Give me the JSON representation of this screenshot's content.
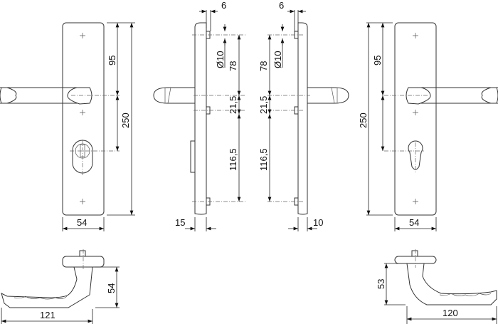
{
  "drawing": {
    "front_left": {
      "height": "250",
      "handle_to_top": "95",
      "width": "54"
    },
    "side_left": {
      "pin_offset": "6",
      "pin_diameter": "Ø10",
      "top_to_handle": "78",
      "handle_to_pin": "21,5",
      "pin_to_bottom": "116,5",
      "depth": "15"
    },
    "side_right": {
      "pin_offset": "6",
      "pin_diameter": "Ø10",
      "top_to_handle": "78",
      "handle_to_pin": "21,5",
      "pin_to_bottom": "116,5",
      "depth": "10"
    },
    "front_right": {
      "height": "250",
      "handle_to_top": "95",
      "width": "54"
    },
    "lever_left": {
      "height": "54",
      "length": "121"
    },
    "lever_right": {
      "height": "53",
      "length": "120"
    }
  }
}
